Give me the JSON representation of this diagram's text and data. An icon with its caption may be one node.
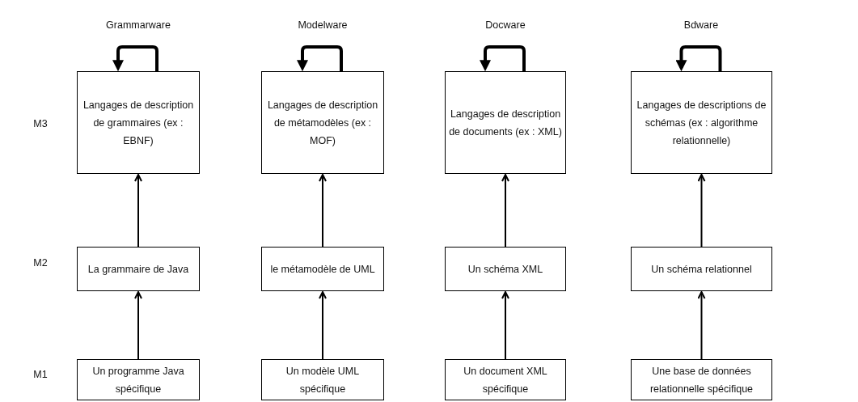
{
  "diagram": {
    "nodes": [
      {
        "text": [
          "Langages de description de grammaires (ex : EBNF)"
        ]
      },
      {
        "text": [
          "Langages de description de métamodèles (ex : MOF)"
        ]
      },
      {
        "text": [
          "Langages de description de documents (ex : XML)"
        ]
      },
      {
        "text": [
          "Langages de descriptions de schémas (ex : algorithme relationnelle)"
        ]
      },
      {
        "text": [
          "La grammaire de Java"
        ]
      },
      {
        "text": [
          "le métamodèle de UML"
        ]
      },
      {
        "text": [
          "Un schéma XML"
        ]
      },
      {
        "text": [
          "Un schéma relationnel"
        ]
      },
      {
        "text": [
          "Un programme Java spécifique"
        ]
      },
      {
        "text": [
          "Un modèle UML spécifique"
        ]
      },
      {
        "text": [
          "Un document XML spécifique"
        ]
      },
      {
        "text": [
          "Une base de données relationnelle spécifique"
        ]
      }
    ],
    "edges": [
      {
        "from": 0,
        "to": 0,
        "arrow": "to",
        "style": "thick"
      },
      {
        "from": 1,
        "to": 1,
        "arrow": "to",
        "style": "thick"
      },
      {
        "from": 2,
        "to": 2,
        "arrow": "to",
        "style": "thick"
      },
      {
        "from": 3,
        "to": 3,
        "arrow": "to",
        "style": "thick"
      },
      {
        "from": 4,
        "to": 0,
        "arrow": "to"
      },
      {
        "from": 5,
        "to": 1,
        "arrow": "to"
      },
      {
        "from": 6,
        "to": 2,
        "arrow": "to"
      },
      {
        "from": 7,
        "to": 3,
        "arrow": "to"
      },
      {
        "from": 8,
        "to": 4,
        "arrow": "to"
      },
      {
        "from": 9,
        "to": 5,
        "arrow": "to"
      },
      {
        "from": 10,
        "to": 6,
        "arrow": "to"
      },
      {
        "from": 11,
        "to": 7,
        "arrow": "to"
      }
    ],
    "labels": [
      "Grammarware",
      "Modelware",
      "Docware",
      "Bdware",
      "M3",
      "M2",
      "M1"
    ]
  }
}
